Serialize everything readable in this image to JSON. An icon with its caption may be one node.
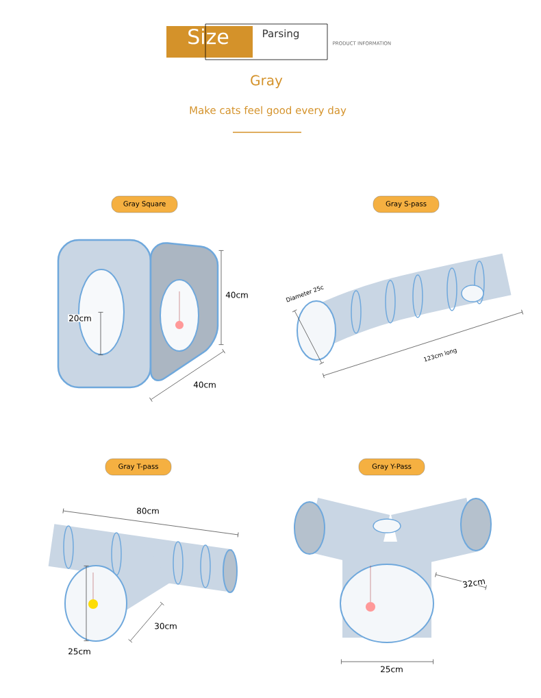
{
  "diagram": {
    "nodes": [
      {
        "text": [
          "Gray Square"
        ]
      },
      {
        "text": [
          "Gray S-pass"
        ]
      },
      {
        "text": [
          "Gray T-pass"
        ]
      },
      {
        "text": [
          "Gray Y-Pass"
        ]
      }
    ],
    "labels": [
      "Size",
      "Parsing",
      "PRODUCT INFORMATION",
      "Gray",
      "Make cats feel good every day",
      "40cm",
      "20cm",
      "40cm",
      "Diameter 25c",
      "123cm long",
      "80cm",
      "30cm",
      "25cm",
      "32cm",
      "25cm"
    ]
  }
}
